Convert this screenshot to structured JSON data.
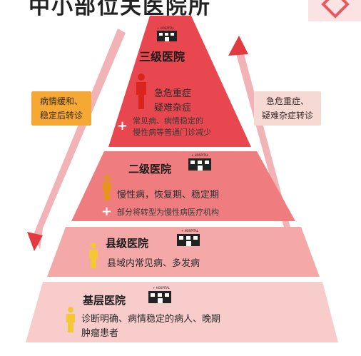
{
  "header": {
    "title": "中小部位关医院所"
  },
  "side_notes": {
    "left": [
      "病情缓和、",
      "稳定后转诊"
    ],
    "right": [
      "急危重症、",
      "疑难杂症转诊"
    ]
  },
  "hospital_label": "HOSPITAL",
  "tiers": [
    {
      "title": "三级医院",
      "conditions": [
        "急危重症",
        "疑难杂症"
      ],
      "note": [
        "常见病、病情稳定的",
        "慢性病等普通门诊减少"
      ]
    },
    {
      "title": "二级医院",
      "conditions": [
        "慢性病，恢复期、稳定期"
      ],
      "note": [
        "部分将转型为慢性病医疗机构"
      ]
    },
    {
      "title": "县级医院",
      "conditions": [
        "县域内常见病、多发病"
      ]
    },
    {
      "title": "基层医院",
      "conditions": [
        "诊断明确、病情稳定的病人、晚期",
        "肿瘤患者"
      ]
    }
  ],
  "colors": {
    "tier1": "#e8474f",
    "tier2": "#ef7d80",
    "tier3": "#f4a8a8",
    "tier4": "#f8cccb",
    "person_red": "#d9261c",
    "person_orange": "#e8931e",
    "person_yellow": "#f4c832",
    "arrow_pink": "#f1b3b5",
    "arrow_red": "#e13a41"
  }
}
